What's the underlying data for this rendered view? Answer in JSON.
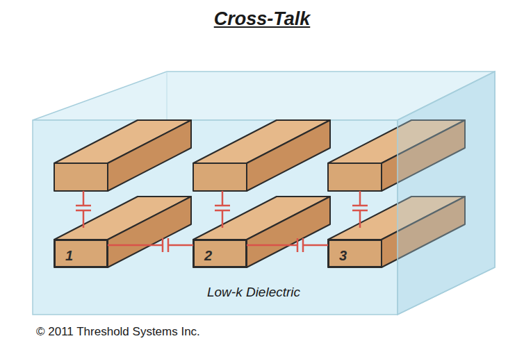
{
  "diagram": {
    "title": "Cross-Talk",
    "nodes": [
      {
        "text": [
          "1"
        ]
      },
      {
        "text": [
          "2"
        ]
      },
      {
        "text": [
          "3"
        ]
      }
    ],
    "edges": [
      {
        "from": 0,
        "to": 1,
        "arrow": "none"
      },
      {
        "from": 1,
        "to": 2,
        "arrow": "none"
      }
    ],
    "labels": [
      "Low-k Dielectric",
      "© 2011 Threshold Systems Inc."
    ]
  }
}
